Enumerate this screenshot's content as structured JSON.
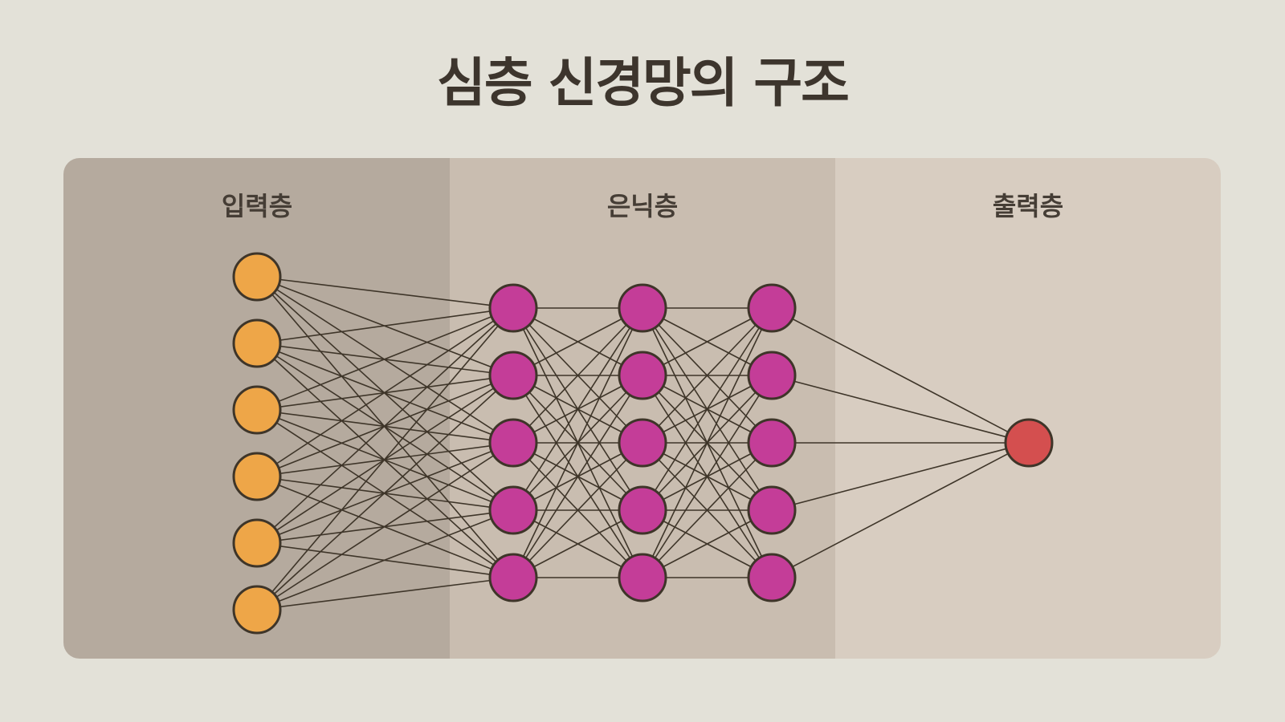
{
  "title": "심층 신경망의 구조",
  "layers": [
    {
      "label": "입력층",
      "role": "input",
      "nodes": 6
    },
    {
      "label": "은닉층",
      "role": "hidden",
      "columns": 3,
      "nodes": 5
    },
    {
      "label": "출력층",
      "role": "output",
      "nodes": 1
    }
  ],
  "colors": {
    "background": "#e3e1d8",
    "panel_input": "#b5aa9e",
    "panel_hidden": "#c9bdb0",
    "panel_output": "#d8cdc1",
    "input_node": "#eea648",
    "hidden_node": "#c43d98",
    "output_node": "#d44f4f",
    "stroke": "#3e3529",
    "title": "#3d352d"
  }
}
